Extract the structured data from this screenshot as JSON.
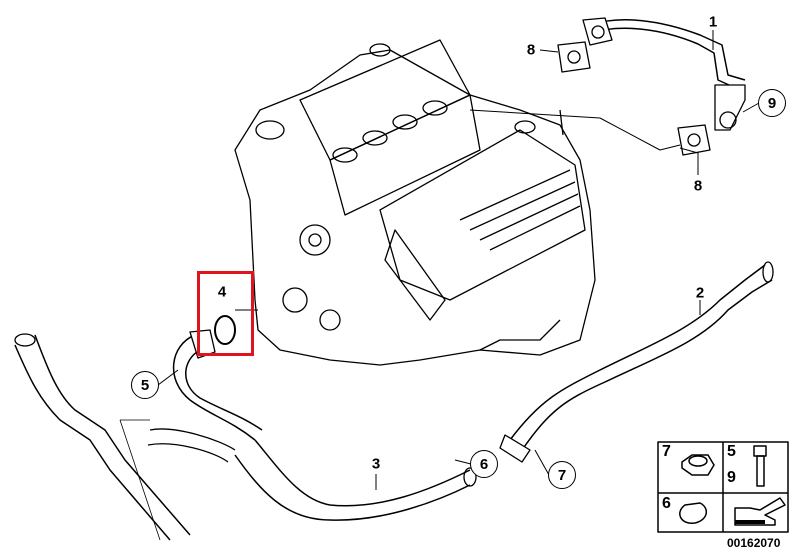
{
  "diagram": {
    "callouts": {
      "c1": "1",
      "c8a": "8",
      "c9": "9",
      "c8b": "8",
      "c2": "2",
      "c4": "4",
      "c5": "5",
      "c3": "3",
      "c6": "6",
      "c7": "7"
    },
    "legend": {
      "cell_nut": "7",
      "cell_bolt_a": "5",
      "cell_bolt_b": "9",
      "cell_clamp": "6"
    },
    "document_number": "00162070",
    "highlight_color": "#e0141e"
  }
}
